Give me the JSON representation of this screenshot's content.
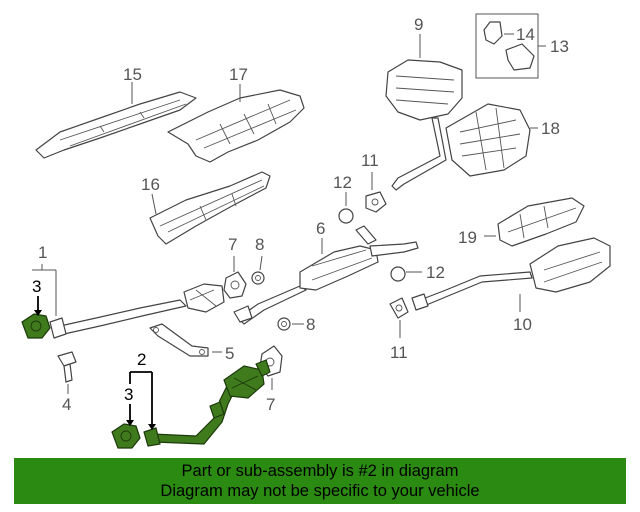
{
  "callouts": {
    "c1": "1",
    "c2": "2",
    "c3a": "3",
    "c3b": "3",
    "c4": "4",
    "c5": "5",
    "c6": "6",
    "c7a": "7",
    "c7b": "7",
    "c8a": "8",
    "c8b": "8",
    "c9": "9",
    "c10": "10",
    "c11a": "11",
    "c11b": "11",
    "c12a": "12",
    "c12b": "12",
    "c13": "13",
    "c14": "14",
    "c15": "15",
    "c16": "16",
    "c17": "17",
    "c18": "18",
    "c19": "19"
  },
  "banner": {
    "line1": "Part or sub-assembly is #2 in diagram",
    "line2": "Diagram may not be specific to your vehicle"
  },
  "colors": {
    "highlight_part": "#3f7a1c",
    "banner_bg": "#2a8a12",
    "callout_text": "#555555",
    "callout_highlight": "#000000"
  }
}
